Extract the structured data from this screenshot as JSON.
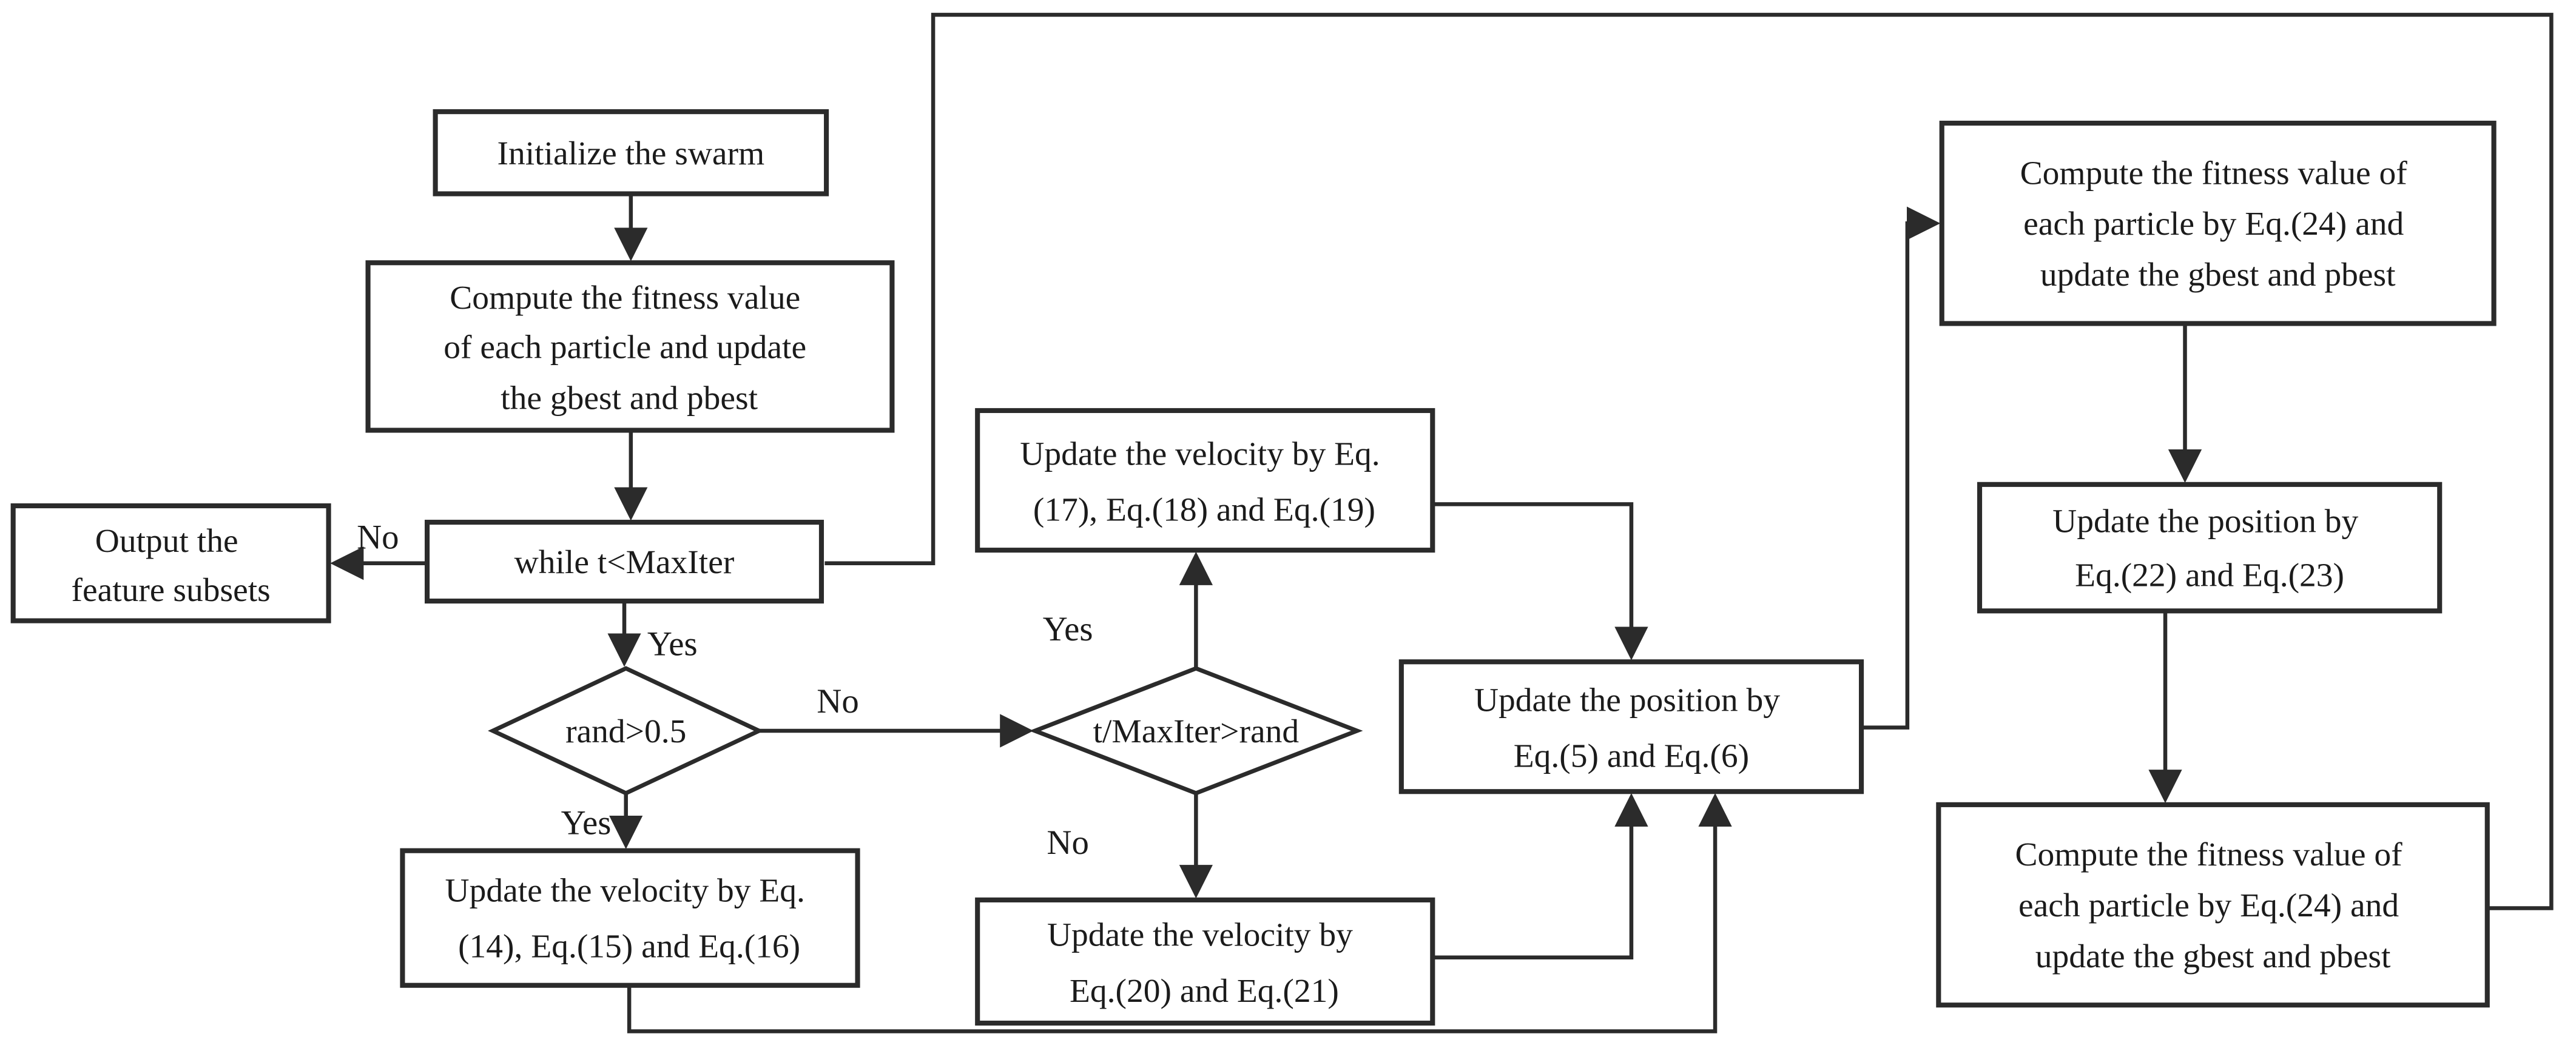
{
  "figure": {
    "kind": "flowchart",
    "description": "PSO-style feature selection algorithm flowchart",
    "colors": {
      "background": "#ffffff",
      "line": "#2b2b2b",
      "node_fill": "#ffffff",
      "text": "#1b1b1b"
    },
    "nodes": {
      "initialize": {
        "label": "Initialize the swarm"
      },
      "compute_initial": {
        "lines": [
          "Compute the fitness value",
          "of each particle and update",
          "the gbest and pbest"
        ]
      },
      "output": {
        "lines": [
          "Output the",
          "feature subsets"
        ]
      },
      "while_loop": {
        "label": "while t<MaxIter"
      },
      "rand_check": {
        "label": "rand>0.5"
      },
      "vel_14_16": {
        "lines": [
          "Update the velocity by Eq.",
          "(14), Eq.(15) and Eq.(16)"
        ]
      },
      "vel_17_19": {
        "lines": [
          "Update the velocity by Eq.",
          "(17), Eq.(18) and Eq.(19)"
        ]
      },
      "titer_check": {
        "label": "t/MaxIter>rand"
      },
      "vel_20_21": {
        "lines": [
          "Update the velocity by",
          "Eq.(20) and Eq.(21)"
        ]
      },
      "pos_5_6": {
        "lines": [
          "Update the position by",
          "Eq.(5) and Eq.(6)"
        ]
      },
      "fitness_top": {
        "lines": [
          "Compute the fitness value of",
          "each particle by Eq.(24) and",
          "update the gbest and pbest"
        ]
      },
      "pos_22_23": {
        "lines": [
          "Update the position by",
          "Eq.(22) and Eq.(23)"
        ]
      },
      "fitness_bottom": {
        "lines": [
          "Compute the fitness value of",
          "each particle by Eq.(24) and",
          "update the gbest and pbest"
        ]
      }
    },
    "edge_labels": {
      "while_no": "No",
      "while_yes": "Yes",
      "rand_yes": "Yes",
      "rand_no": "No",
      "titer_yes": "Yes",
      "titer_no": "No"
    },
    "edges": [
      {
        "from": "initialize",
        "to": "compute_initial"
      },
      {
        "from": "compute_initial",
        "to": "while_loop"
      },
      {
        "from": "while_loop",
        "to": "output",
        "label": "No"
      },
      {
        "from": "while_loop",
        "to": "rand_check",
        "label": "Yes"
      },
      {
        "from": "rand_check",
        "to": "vel_14_16",
        "label": "Yes"
      },
      {
        "from": "rand_check",
        "to": "titer_check",
        "label": "No"
      },
      {
        "from": "titer_check",
        "to": "vel_17_19",
        "label": "Yes"
      },
      {
        "from": "titer_check",
        "to": "vel_20_21",
        "label": "No"
      },
      {
        "from": "vel_17_19",
        "to": "pos_5_6"
      },
      {
        "from": "vel_20_21",
        "to": "pos_5_6"
      },
      {
        "from": "vel_14_16",
        "to": "pos_5_6"
      },
      {
        "from": "pos_5_6",
        "to": "fitness_top"
      },
      {
        "from": "fitness_top",
        "to": "pos_22_23"
      },
      {
        "from": "pos_22_23",
        "to": "fitness_bottom"
      },
      {
        "from": "fitness_bottom",
        "to": "while_loop"
      }
    ]
  }
}
